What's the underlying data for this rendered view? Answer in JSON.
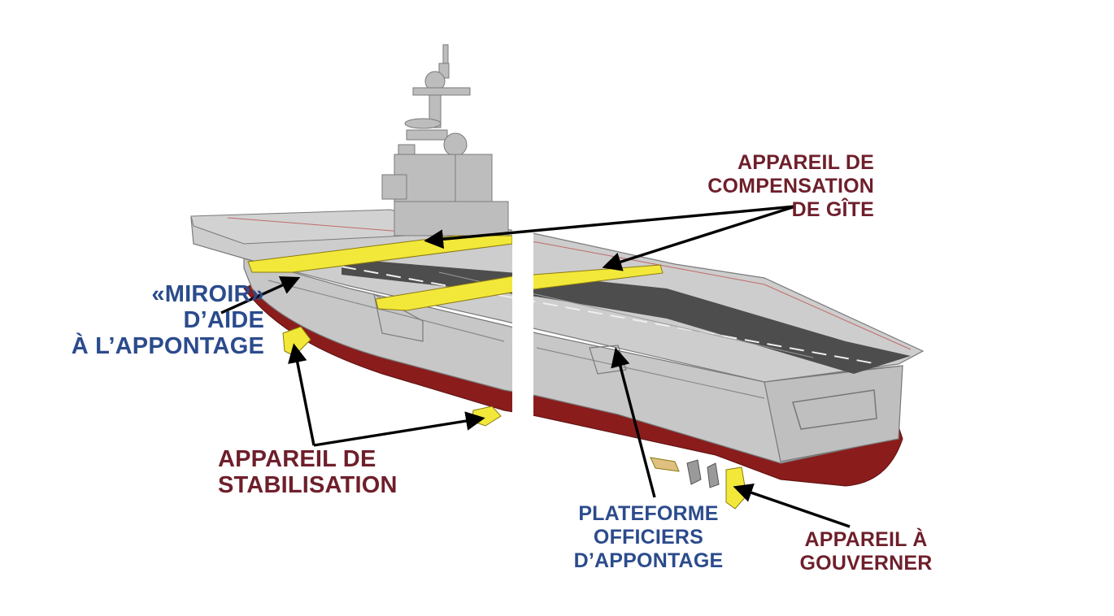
{
  "labels": {
    "compensation": [
      "APPAREIL DE",
      "COMPENSATION",
      "DE GÎTE"
    ],
    "miroir": [
      "«MIROIR»",
      "D’AIDE",
      "À L’APPONTAGE"
    ],
    "stabilisation": [
      "APPAREIL DE",
      "STABILISATION"
    ],
    "plateforme": [
      "PLATEFORME",
      "OFFICIERS",
      "D’APPONTAGE"
    ],
    "gouverner": [
      "APPAREIL À",
      "GOUVERNER"
    ]
  },
  "colors": {
    "label_red": "#6e1f2b",
    "label_blue": "#2b4b8c",
    "hull_red": "#8b1c1c",
    "hull_grey": "#c8c8c8",
    "deck": "#bdbdbd",
    "runway": "#4a4a4a",
    "highlight_yellow": "#f2e83a",
    "arrow": "#000000"
  }
}
